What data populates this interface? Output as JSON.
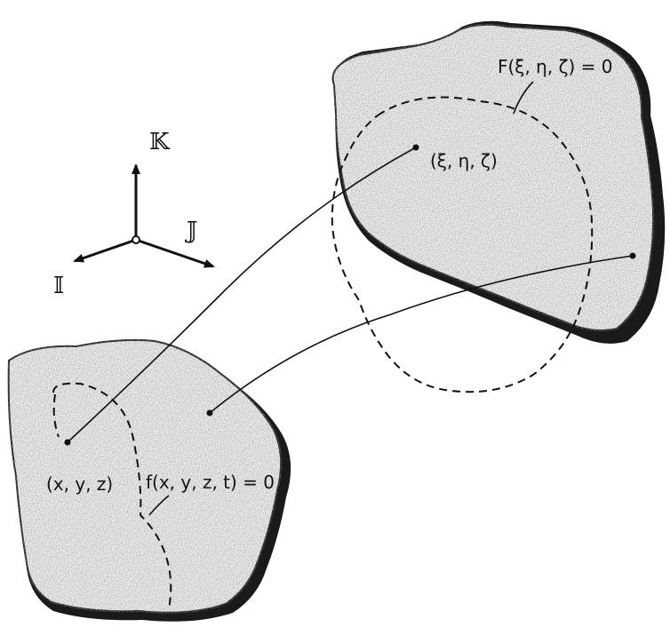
{
  "labels": {
    "axis_k": "𝕂",
    "axis_j": "𝕁",
    "axis_i": "𝕀",
    "point_lower": "(x, y, z)",
    "point_upper": "(ξ, η, ζ)",
    "surface_upper": "F(ξ, η, ζ) = 0",
    "surface_lower": "f(x, y, z, t) = 0"
  },
  "colors": {
    "ink": "#111111",
    "body_fill": "#f4f4f4",
    "body_shadow": "#222222",
    "background": "#ffffff"
  }
}
